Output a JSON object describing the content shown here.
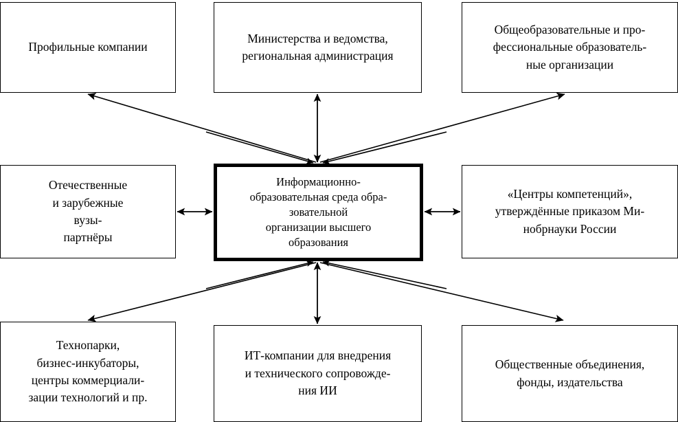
{
  "diagram": {
    "title": "Информационно-образовательная среда образовательной организации высшего образования",
    "type": "hub-and-spoke block diagram",
    "line_color": "#000000",
    "box_fill": "#ffffff",
    "center_border_color": "#000000"
  },
  "nodes": {
    "center": {
      "label": "Информационно-\nобразовательная среда обра-\nзовательной\nорганизации высшего\nобразования",
      "lines": [
        "Информационно-",
        "образовательная среда обра-",
        "зовательной",
        "организации высшего",
        "образования"
      ]
    },
    "top_left": {
      "label": "Профильные компании",
      "lines": [
        "Профильные компании"
      ]
    },
    "top_center": {
      "label": "Министерства и ведомства,\nрегиональная администрация",
      "lines": [
        "Министерства и ведомства,",
        "региональная администрация"
      ]
    },
    "top_right": {
      "label": "Общеобразовательные и про-\nфессиональные образователь-\nные организации",
      "lines": [
        "Общеобразовательные и про-",
        "фессиональные образователь-",
        "ные организации"
      ]
    },
    "mid_left": {
      "label": "Отечественные\nи зарубежные\nвузы-\nпартнёры",
      "lines": [
        "Отечественные",
        "и зарубежные",
        "вузы-",
        "партнёры"
      ]
    },
    "mid_right": {
      "label": "«Центры компетенций»,\nутверждённые приказом Ми-\nнобрнауки России",
      "lines": [
        "«Центры компетенций»,",
        "утверждённые приказом Ми-",
        "нобрнауки России"
      ]
    },
    "bottom_left": {
      "label": "Технопарки,\nбизнес-инкубаторы,\nцентры коммерциали-\nзации технологий и пр.",
      "lines": [
        "Технопарки,",
        "бизнес-инкубаторы,",
        "центры коммерциали-",
        "зации технологий и пр."
      ]
    },
    "bottom_center": {
      "label": "ИТ-компании для внедрения\nи технического сопровожде-\nния ИИ",
      "lines": [
        "ИТ-компании для внедрения",
        "и технического сопровожде-",
        "ния ИИ"
      ]
    },
    "bottom_right": {
      "label": "Общественные объединения,\nфонды, издательства",
      "lines": [
        "Общественные объединения,",
        "фонды, издательства"
      ]
    }
  },
  "edges": [
    {
      "id": "center-top-left",
      "from": "center",
      "to": "top_left",
      "arrows": "single",
      "direction": "to-node"
    },
    {
      "id": "center-top-center",
      "from": "center",
      "to": "top_center",
      "arrows": "double",
      "direction": "both"
    },
    {
      "id": "center-top-right",
      "from": "center",
      "to": "top_right",
      "arrows": "single",
      "direction": "to-node"
    },
    {
      "id": "center-mid-left",
      "from": "center",
      "to": "mid_left",
      "arrows": "double",
      "direction": "both"
    },
    {
      "id": "center-mid-right",
      "from": "center",
      "to": "mid_right",
      "arrows": "double",
      "direction": "both"
    },
    {
      "id": "center-bottom-left",
      "from": "center",
      "to": "bottom_left",
      "arrows": "single",
      "direction": "to-node"
    },
    {
      "id": "center-bottom-center",
      "from": "center",
      "to": "bottom_center",
      "arrows": "double",
      "direction": "both"
    },
    {
      "id": "center-bottom-right",
      "from": "center",
      "to": "bottom_right",
      "arrows": "single",
      "direction": "to-node"
    },
    {
      "id": "top-center-to-center-diag-left",
      "from": "top_left_area",
      "to": "center",
      "arrows": "single",
      "direction": "to-center"
    },
    {
      "id": "top-center-to-center-diag-right",
      "from": "top_right_area",
      "to": "center",
      "arrows": "single",
      "direction": "to-center"
    }
  ]
}
